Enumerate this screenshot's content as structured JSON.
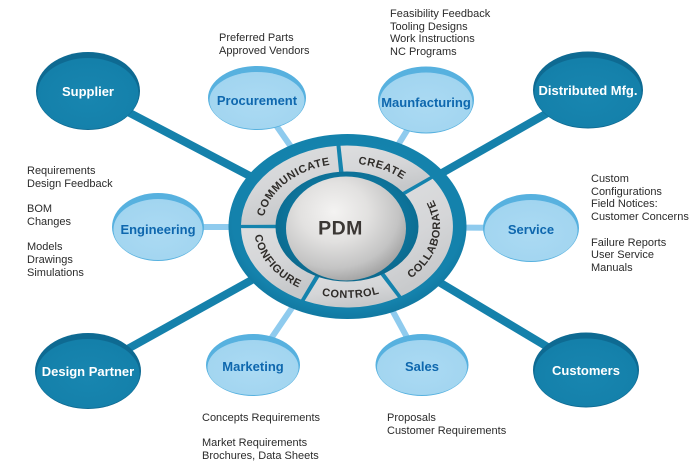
{
  "title": "PDM hub diagram",
  "hub": {
    "label": "PDM",
    "segments": [
      {
        "id": "communicate",
        "label": "COMMUNICATE"
      },
      {
        "id": "create",
        "label": "CREATE"
      },
      {
        "id": "collaborate",
        "label": "COLLABORATE"
      },
      {
        "id": "control",
        "label": "CONTROL"
      },
      {
        "id": "configure",
        "label": "CONFIGURE"
      }
    ]
  },
  "nodes": [
    {
      "id": "supplier",
      "label": "Supplier",
      "style": "dark"
    },
    {
      "id": "procurement",
      "label": "Procurement",
      "style": "light"
    },
    {
      "id": "manufacturing",
      "label": "Maunfacturing",
      "style": "light"
    },
    {
      "id": "distributed-mfg",
      "label": "Distributed Mfg.",
      "style": "dark"
    },
    {
      "id": "engineering",
      "label": "Engineering",
      "style": "light"
    },
    {
      "id": "service",
      "label": "Service",
      "style": "light"
    },
    {
      "id": "design-partner",
      "label": "Design Partner",
      "style": "dark"
    },
    {
      "id": "marketing",
      "label": "Marketing",
      "style": "light"
    },
    {
      "id": "sales",
      "label": "Sales",
      "style": "light"
    },
    {
      "id": "customers",
      "label": "Customers",
      "style": "dark"
    }
  ],
  "annotations": {
    "procurement": {
      "lines": [
        "Preferred Parts",
        "Approved Vendors"
      ]
    },
    "manufacturing": {
      "lines": [
        "Feasibility Feedback",
        "Tooling Designs",
        "Work Instructions",
        "NC Programs"
      ]
    },
    "engineering": {
      "lines": [
        "Requirements",
        "Design Feedback",
        "",
        "BOM",
        "Changes",
        "",
        "Models",
        "Drawings",
        "Simulations"
      ]
    },
    "service": {
      "lines": [
        "Custom",
        "Configurations",
        "Field Notices:",
        "Customer Concerns",
        "",
        "Failure Reports",
        "User Service",
        "Manuals"
      ]
    },
    "marketing": {
      "lines": [
        "Concepts Requirements",
        "",
        "Market Requirements",
        "Brochures, Data Sheets"
      ]
    },
    "sales": {
      "lines": [
        "Proposals",
        "Customer Requirements"
      ]
    }
  },
  "colors": {
    "dark_node": "#1581ab",
    "dark_node_rim": "#0e6a92",
    "light_node": "#a7d7f1",
    "light_node_rim": "#57b1df",
    "light_node_text": "#0e67ae",
    "dark_spoke": "#1581ab",
    "light_spoke": "#8fcbee",
    "hub_teal": "#1181aa",
    "ring_gray": "#d5d6d8",
    "annotation_text": "#2b2b2b"
  }
}
